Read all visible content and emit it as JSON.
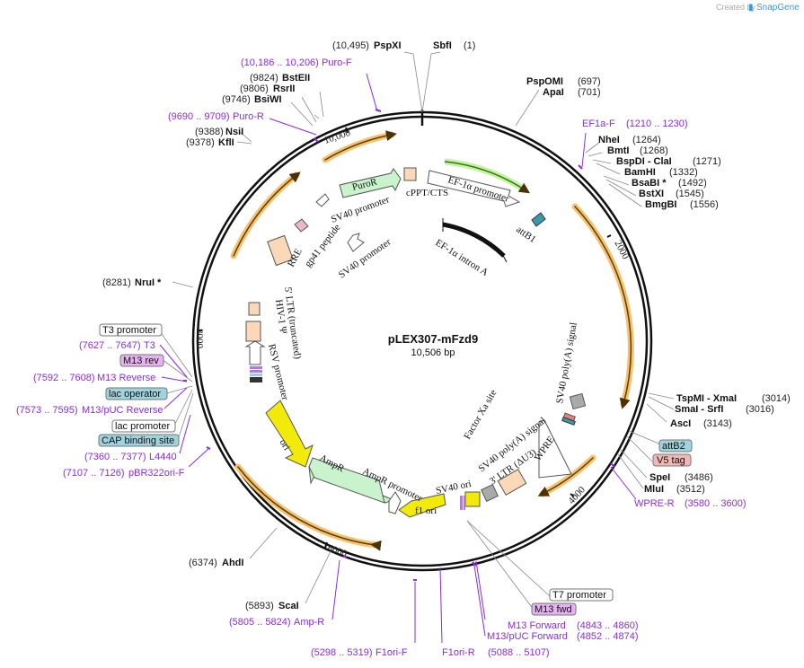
{
  "header": {
    "created_by": "Created by",
    "brand": "SnapGene"
  },
  "plasmid": {
    "name": "pLEX307-mFzd9",
    "length": "10,506 bp"
  },
  "ruler": [
    "2000",
    "4000",
    "6000",
    "8000",
    "10,000"
  ],
  "enzymes": [
    {
      "name": "PspXI",
      "pos": "(10,495)"
    },
    {
      "name": "SbfI",
      "pos": "(1)"
    },
    {
      "name": "PspOMI",
      "pos": "(697)"
    },
    {
      "name": "ApaI",
      "pos": "(701)"
    },
    {
      "name": "NheI",
      "pos": "(1264)"
    },
    {
      "name": "BmtI",
      "pos": "(1268)"
    },
    {
      "name": "BspDI - ClaI",
      "pos": "(1271)"
    },
    {
      "name": "BamHI",
      "pos": "(1332)"
    },
    {
      "name": "BsaBI *",
      "pos": "(1492)"
    },
    {
      "name": "BstXI",
      "pos": "(1545)"
    },
    {
      "name": "BmgBI",
      "pos": "(1556)"
    },
    {
      "name": "TspMI - XmaI",
      "pos": "(3014)"
    },
    {
      "name": "SmaI - SrfI",
      "pos": "(3016)"
    },
    {
      "name": "AscI",
      "pos": "(3143)"
    },
    {
      "name": "SpeI",
      "pos": "(3486)"
    },
    {
      "name": "MluI",
      "pos": "(3512)"
    },
    {
      "name": "AhdI",
      "pos": "(6374)"
    },
    {
      "name": "ScaI",
      "pos": "(5893)"
    },
    {
      "name": "NruI *",
      "pos": "(8281)"
    },
    {
      "name": "NsiI",
      "pos": "(9388)"
    },
    {
      "name": "KflI",
      "pos": "(9378)"
    },
    {
      "name": "BstEII",
      "pos": "(9824)"
    },
    {
      "name": "RsrII",
      "pos": "(9806)"
    },
    {
      "name": "BsiWI",
      "pos": "(9746)"
    }
  ],
  "primers": [
    {
      "name": "Puro-F",
      "range": "(10,186 .. 10,206)"
    },
    {
      "name": "Puro-R",
      "range": "(9690 .. 9709)"
    },
    {
      "name": "EF1a-F",
      "range": "(1210 .. 1230)"
    },
    {
      "name": "WPRE-R",
      "range": "(3580 .. 3600)"
    },
    {
      "name": "M13 Forward",
      "range": "(4843 .. 4860)"
    },
    {
      "name": "M13/pUC Forward",
      "range": "(4852 .. 4874)"
    },
    {
      "name": "F1ori-R",
      "range": "(5088 .. 5107)"
    },
    {
      "name": "F1ori-F",
      "range": "(5298 .. 5319)"
    },
    {
      "name": "Amp-R",
      "range": "(5805 .. 5824)"
    },
    {
      "name": "pBR322ori-F",
      "range": "(7107 .. 7126)"
    },
    {
      "name": "L4440",
      "range": "(7360 .. 7377)"
    },
    {
      "name": "M13/pUC Reverse",
      "range": "(7573 .. 7595)"
    },
    {
      "name": "M13 Reverse",
      "range": "(7592 .. 7608)"
    },
    {
      "name": "T3",
      "range": "(7627 .. 7647)"
    }
  ],
  "boxes": [
    {
      "name": "T3 promoter",
      "color": "#ffffff"
    },
    {
      "name": "M13 rev",
      "color": "#e6b3f0"
    },
    {
      "name": "lac operator",
      "color": "#9fd3dd"
    },
    {
      "name": "lac promoter",
      "color": "#ffffff"
    },
    {
      "name": "CAP binding site",
      "color": "#9fd3dd"
    },
    {
      "name": "attB2",
      "color": "#9fd3dd"
    },
    {
      "name": "V5 tag",
      "color": "#f0b7b7"
    },
    {
      "name": "T7 promoter",
      "color": "#ffffff"
    },
    {
      "name": "M13 fwd",
      "color": "#e6b3f0"
    }
  ],
  "features": {
    "puror": "PuroR",
    "sv40_promoter_a": "SV40 promoter",
    "sv40_promoter_b": "SV40 promoter",
    "cppt": "cPPT/CTS",
    "ef1a_promoter": "EF-1α promoter",
    "ef1a_intron": "EF-1α intron A",
    "attb1": "attB1",
    "rre": "RRE",
    "gp41": "gp41 peptide",
    "hiv_psi": "HIV-1 Ψ",
    "ltr5": "5' LTR (truncated)",
    "rsv": "RSV promoter",
    "ori": "ori",
    "ampr": "AmpR",
    "ampr_promoter": "AmpR promoter",
    "f1ori": "f1 ori",
    "sv40_ori": "SV40 ori",
    "ltr3": "3' LTR (ΔU3)",
    "sv40_polya_b": "SV40 poly(A) signal",
    "wpre": "WPRE",
    "factor_xa": "Factor Xa site",
    "sv40_polya_a": "SV40 poly(A) signal"
  },
  "colors": {
    "backbone": "#111111",
    "orf_orange": "#f6c26f",
    "ori_yellow": "#f2ea0a",
    "ampr_green": "#c9f3cc",
    "ltr_peach": "#fbd9b8",
    "primer_purple": "#8a2be2"
  }
}
